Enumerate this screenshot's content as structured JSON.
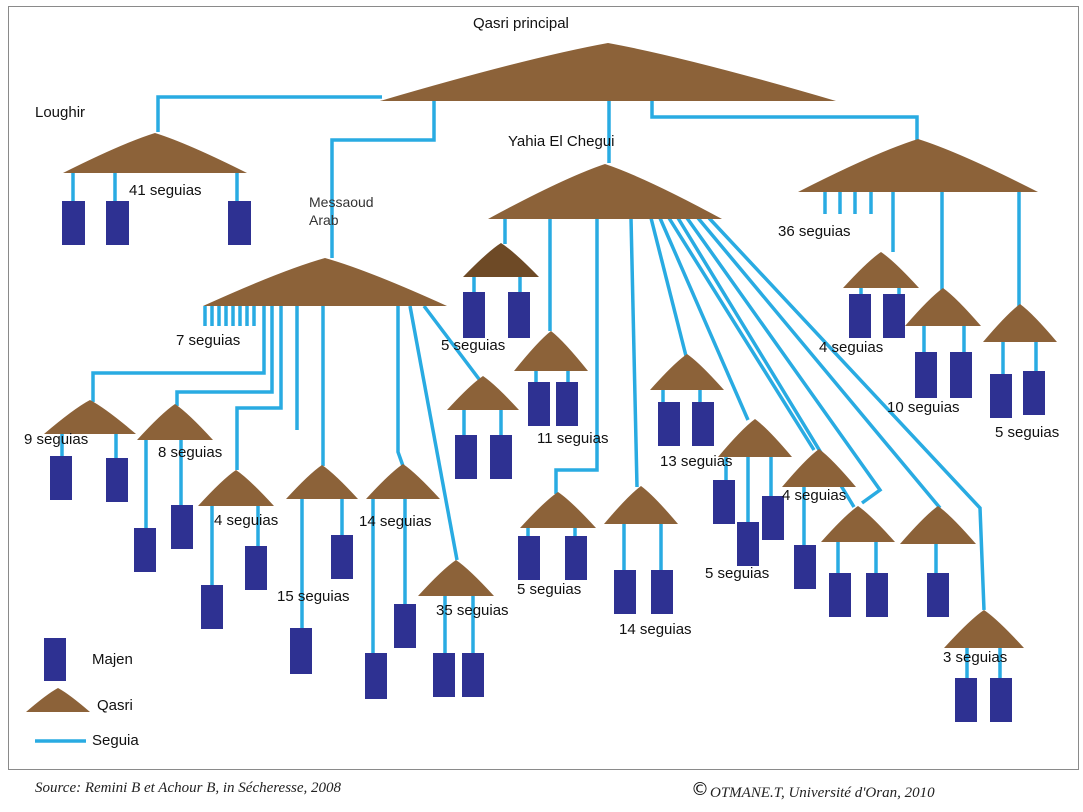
{
  "diagram": {
    "main_qasr": "Qasri principal",
    "qasr_names": {
      "loughir": "Loughir",
      "messaoud_arab": "Messaoud\nArab",
      "yahia_el_chegui": "Yahia El Chegui"
    },
    "counts": {
      "loughir": "41 seguias",
      "east": "36 seguias",
      "messaoud_main": "7 seguias",
      "m_sub1": "9 seguias",
      "m_sub2": "8 seguias",
      "m_sub3": "4 seguias",
      "m_sub4": "15 seguias",
      "m_sub5": "14 seguias",
      "m_sub6": "35 seguias",
      "y_sub1": "5 seguias",
      "y_sub2": "11 seguias",
      "y_sub3": "5 seguias",
      "y_sub4": "14 seguias",
      "y_sub5": "13 seguias",
      "y_sub6": "5 seguias",
      "y_sub7": "4 seguias",
      "y_sub8": "3 seguias",
      "e_sub1": "4 seguias",
      "e_sub2": "10 seguias",
      "e_sub3": "5 seguias"
    },
    "legend": {
      "majen": "Majen",
      "qasri": "Qasri",
      "seguia": "Seguia"
    },
    "source": "Source: Remini B et Achour B, in Sécheresse, 2008",
    "credit": "OTMANE.T, Université d'Oran, 2010",
    "copyright_symbol": "©",
    "colors": {
      "qasr_fill": "#8c6239",
      "qasr_fill_dark": "#6e4a26",
      "majen_fill": "#2e3192",
      "seguia_line": "#29abe2",
      "frame": "#8a8a8a"
    }
  }
}
